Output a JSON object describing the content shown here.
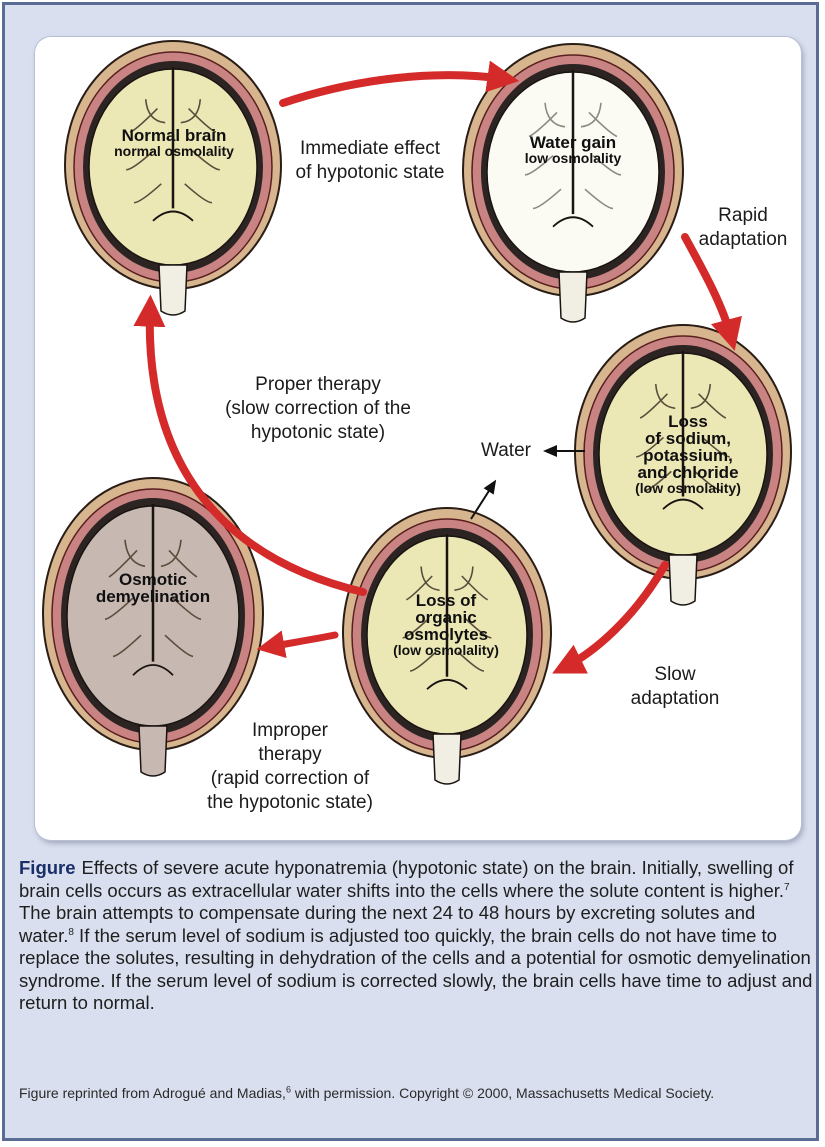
{
  "brains": {
    "normal": {
      "title": "Normal brain",
      "sub": "normal osmolality",
      "state": "normal"
    },
    "water_gain": {
      "title": "Water gain",
      "sub": "low osmolality",
      "state": "swollen"
    },
    "loss_ions": {
      "l1": "Loss",
      "l2": "of sodium,",
      "l3": "potassium,",
      "l4": "and chloride",
      "sub": "(low osmolality)",
      "state": "adapting"
    },
    "loss_organic": {
      "l1": "Loss of",
      "l2": "organic",
      "l3": "osmolytes",
      "sub": "(low osmolality)",
      "state": "adapted"
    },
    "demyelination": {
      "l1": "Osmotic",
      "l2": "demyelination",
      "state": "demyelinated"
    }
  },
  "labels": {
    "immediate": [
      "Immediate effect",
      "of hypotonic state"
    ],
    "rapid": [
      "Rapid",
      "adaptation"
    ],
    "proper": [
      "Proper therapy",
      "(slow correction of the",
      "hypotonic state)"
    ],
    "water": "Water",
    "slow": [
      "Slow",
      "adaptation"
    ],
    "improper": [
      "Improper",
      "therapy",
      "(rapid correction of",
      "the hypotonic state)"
    ]
  },
  "caption": {
    "lead": "Figure",
    "part1": "Effects of severe acute hyponatremia (hypotonic state) on the brain. Initially, swelling of brain cells occurs as extracellular water shifts into the cells where the solute content is higher.",
    "ref1": "7",
    "part2": " The brain attempts to compensate during the next 24 to 48 hours by excreting solutes and water.",
    "ref2": "8",
    "part3": " If the serum level of sodium is adjusted too quickly, the brain cells do not have time to replace the solutes, resulting in dehydration of the cells and a potential for osmotic demyelination syndrome. If the serum level of sodium is corrected slowly, the brain cells have time to adjust and return to normal."
  },
  "credit": {
    "part1": "Figure reprinted from Adrogué and Madias,",
    "ref": "6",
    "part2": " with permission. Copyright © 2000, Massachusetts Medical Society."
  },
  "colors": {
    "frame_bg": "#d9dfee",
    "frame_border": "#5a6b96",
    "arrow_red": "#d42a2a",
    "brain_cream": "#ece8b6",
    "brain_swollen": "#fbfbf4",
    "brain_demyelinated": "#c7b8b1",
    "skull_tan": "#d7b68f",
    "dura_pink": "#c98383",
    "caption_lead": "#1a2f6a"
  }
}
